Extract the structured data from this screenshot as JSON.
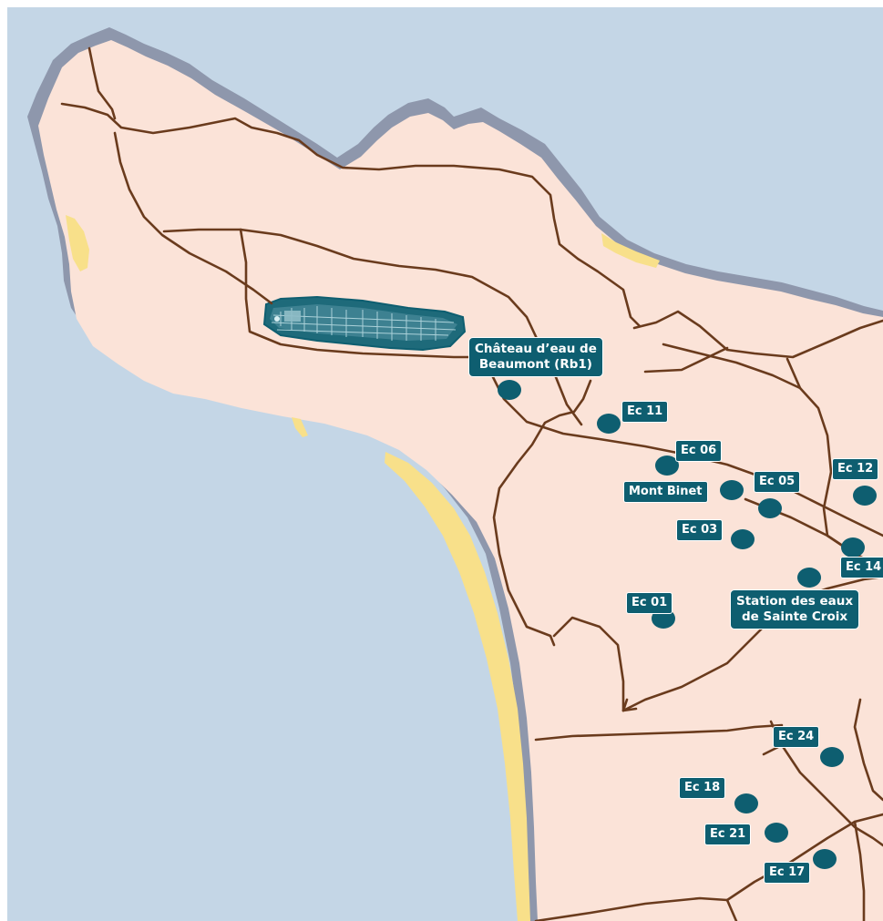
{
  "map": {
    "colors": {
      "sea": "#c4d6e6",
      "land": "#fbe3d8",
      "coast_rock": "#8e97ac",
      "beach": "#f8e08a",
      "road": "#6a3b1d",
      "marker": "#0e5e70",
      "label_bg": "#0e5e70",
      "label_text": "#ffffff"
    },
    "stations": [
      {
        "id": "rb1",
        "line1": "Château d’eau de",
        "line2": "Beaumont  (Rb1)"
      },
      {
        "id": "ec11",
        "label": "Ec 11"
      },
      {
        "id": "ec06",
        "label": "Ec 06"
      },
      {
        "id": "mont-binet",
        "label": "Mont Binet"
      },
      {
        "id": "ec05",
        "label": "Ec 05"
      },
      {
        "id": "ec12",
        "label": "Ec 12"
      },
      {
        "id": "ec03",
        "label": "Ec 03"
      },
      {
        "id": "ec14",
        "label": "Ec 14"
      },
      {
        "id": "station-sainte-croix",
        "line1": "Station des eaux",
        "line2": "de Sainte Croix"
      },
      {
        "id": "ec01",
        "label": "Ec 01"
      },
      {
        "id": "ec24",
        "label": "Ec 24"
      },
      {
        "id": "ec18",
        "label": "Ec 18"
      },
      {
        "id": "ec21",
        "label": "Ec 21"
      },
      {
        "id": "ec17",
        "label": "Ec 17"
      }
    ]
  }
}
